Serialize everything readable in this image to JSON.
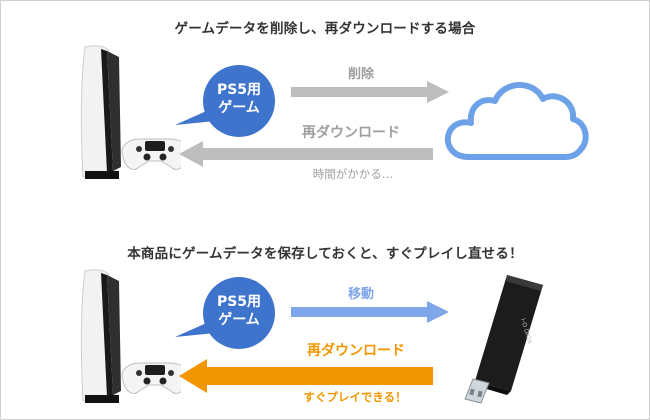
{
  "section1": {
    "title": "ゲームデータを削除し、再ダウンロードする場合",
    "bubble": {
      "line1": "PS5用",
      "line2": "ゲーム"
    },
    "arrow_top_label": "削除",
    "arrow_bottom_label": "再ダウンロード",
    "arrow_bottom_sublabel": "時間がかかる…"
  },
  "section2": {
    "title": "本商品にゲームデータを保存しておくと、すぐプレイし直せる！",
    "bubble": {
      "line1": "PS5用",
      "line2": "ゲーム"
    },
    "arrow_top_label": "移動",
    "arrow_bottom_label": "再ダウンロード",
    "arrow_bottom_sublabel": "すぐプレイできる！"
  },
  "colors": {
    "bubble": "#3f74cc",
    "gray_arrow": "#bdbdbd",
    "blue_arrow": "#7fa6e8",
    "orange": "#f29600",
    "cloud_stroke": "#6da2e8"
  },
  "icons": {
    "console": "ps5-console-icon",
    "cloud": "cloud-icon",
    "usb": "usb-drive-icon"
  }
}
